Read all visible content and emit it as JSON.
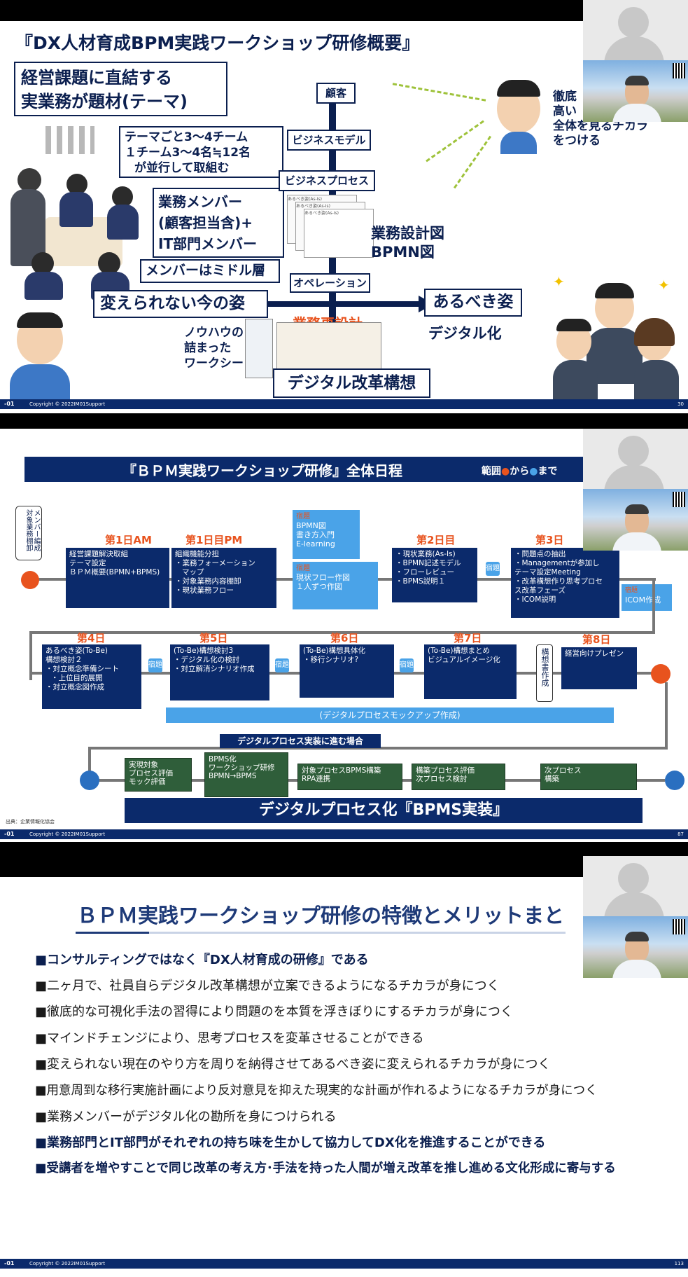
{
  "slide1": {
    "title": "『DX人材育成BPM実践ワークショップ研修概要』",
    "theme_box": [
      "経営課題に直結する",
      "実業務が題材(テーマ)"
    ],
    "teams_box": [
      "テーマごと3～4チーム",
      "１チーム3～4名≒12名",
      "が並行して取組む"
    ],
    "members_box": [
      "業務メンバー",
      "(顧客担当含)+",
      "IT部門メンバー"
    ],
    "middle_box": "メンバーはミドル層",
    "customer": "顧客",
    "business_model": "ビジネスモデル",
    "business_process": "ビジネスプロセス",
    "operation": "オペレーション",
    "design_diagram": [
      "業務設計図",
      "BPMN図"
    ],
    "current_state": "変えられない今の姿",
    "redesign": "業務再設計",
    "ideal_state": "あるべき姿",
    "digitalize": "デジタル化",
    "worksheet": [
      "ノウハウの",
      "詰まった",
      "ワークシート"
    ],
    "dx_concept": "デジタル改革構想",
    "right_text": [
      "徹底",
      "高い",
      "全体を見るチカラ",
      "をつける"
    ],
    "doc_labels": [
      "あるべき姿(As-Is)",
      "あるべき姿(As-Is)",
      "あるべき姿(As-Is)"
    ],
    "footer_logo": "-01",
    "footer_copyright": "Copyright © 2022IM01Support",
    "page": "30"
  },
  "slide2": {
    "title": "『ＢＰＭ実践ワークショップ研修』全体日程",
    "range_label": [
      "範囲",
      "から",
      "まで"
    ],
    "member_box": "メンバー編成 対象業務棚卸",
    "days_row1": [
      {
        "day": "第1日AM",
        "items": [
          "経営課題解決取組",
          "テーマ設定",
          "ＢＰＭ概要(BPMN+BPMS)"
        ]
      },
      {
        "day": "第1日目PM",
        "items": [
          "組織機能分担",
          "・業務フォーメーション",
          "マップ",
          "・対象業務内容棚卸",
          "・現状業務フロー"
        ]
      },
      {
        "day": "第2日目",
        "items": [
          "・現状業務(As-Is)",
          "・BPMN記述モデル",
          "・フローレビュー",
          "・BPMS説明１"
        ]
      },
      {
        "day": "第3日",
        "items": [
          "・問題点の抽出",
          "・Managementが参加し",
          "テーマ設定Meeting",
          "・改革構想作り思考プロセ",
          "ス改革フェーズ",
          "・ICOM説明"
        ]
      }
    ],
    "homework1": {
      "label": "宿題",
      "items": [
        "BPMN図",
        "書き方入門",
        "E-learning"
      ]
    },
    "homework2": {
      "label": "宿題",
      "items": [
        "現状フロー作図",
        "１人ずつ作図"
      ]
    },
    "homework3": {
      "label": "宿題",
      "items": [
        "ICOM作成"
      ]
    },
    "days_row2": [
      {
        "day": "第4日",
        "items": [
          "あるべき姿(To-Be)",
          "構想検討２",
          "・対立概念準備シート",
          "・上位目的展開",
          "・対立概念図作成"
        ]
      },
      {
        "day": "第5日",
        "items": [
          "(To-Be)構想検討3",
          "・デジタル化の検討",
          "・対立解消シナリオ作成"
        ]
      },
      {
        "day": "第6日",
        "items": [
          "(To-Be)構想具体化",
          "・移行シナリオ?"
        ]
      },
      {
        "day": "第7日",
        "items": [
          "(To-Be)構想まとめ",
          "ビジュアルイメージ化"
        ]
      },
      {
        "day": "第8日",
        "items": [
          "経営向けプレゼン"
        ]
      }
    ],
    "small_label": "宿題",
    "plan_label": "構想書作成",
    "mockup": "(デジタルプロセスモックアップ作成)",
    "branch": "デジタルプロセス実装に進む場合",
    "green": [
      [
        "実現対象",
        "プロセス評価",
        "モック評価"
      ],
      [
        "BPMS化",
        "ワークショップ研修",
        "BPMN→BPMS"
      ],
      [
        "対象プロセスBPMS構築",
        "RPA連携"
      ],
      [
        "構築プロセス評価",
        "次プロセス検討"
      ],
      [
        "次プロセス",
        "構築"
      ]
    ],
    "bpms_banner": "デジタルプロセス化『BPMS実装』",
    "source": "出典：企業情報化協会",
    "footer_logo": "-01",
    "footer_copyright": "Copyright © 2022IM01Support",
    "page": "87"
  },
  "slide3": {
    "title": "ＢＰＭ実践ワークショップ研修の特徴とメリットまと",
    "bullets": [
      {
        "text": "■コンサルティングではなく『DX人材育成の研修』である",
        "bold": true
      },
      {
        "text": "■二ヶ月で、社員自らデジタル改革構想が立案できるようになるチカラが身につく",
        "bold": false
      },
      {
        "text": "■徹底的な可視化手法の習得により問題のを本質を浮きぼりにするチカラが身につく",
        "bold": false
      },
      {
        "text": "■マインドチェンジにより、思考プロセスを変革させることができる",
        "bold": false
      },
      {
        "text": "■変えられない現在のやり方を周りを納得させてあるべき姿に変えられるチカラが身につく",
        "bold": false
      },
      {
        "text": "■用意周到な移行実施計画により反対意見を抑えた現実的な計画が作れるようになるチカラが身につく",
        "bold": false
      },
      {
        "text": "■業務メンバーがデジタル化の勘所を身につけられる",
        "bold": false
      },
      {
        "text": "■業務部門とIT部門がそれぞれの持ち味を生かして協力してDX化を推進することができる",
        "bold": true
      },
      {
        "text": "■受講者を増やすことで同じ改革の考え方･手法を持った人間が増え改革を推し進める文化形成に寄与する",
        "bold": true
      }
    ],
    "footer_logo": "-01",
    "footer_copyright": "Copyright © 2022IM01Support",
    "page": "113"
  },
  "colors": {
    "navy": "#0b1f4f",
    "accent": "#e8531e",
    "light_blue": "#4aa3e8",
    "green": "#2f5e3a"
  }
}
